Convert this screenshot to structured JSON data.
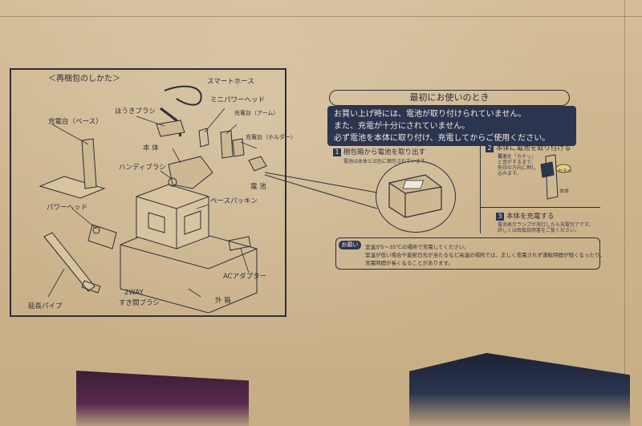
{
  "left_panel": {
    "title": "＜再梱包のしかた＞",
    "labels": {
      "smart_hose": "スマートホース",
      "broom_brush": "ほうきブラシ",
      "mini_power_head": "ミニパワーヘッド",
      "charger_base": "充電台（ベース）",
      "charger_arm": "充電台（アーム）",
      "charger_holder": "充電台（ホルダー）",
      "main_body": "本 体",
      "handy_brush": "ハンディブラシ",
      "battery": "電 池",
      "base_packing": "ベースパッキン",
      "power_head": "パワーヘッド",
      "ac_adapter": "ACアダプター",
      "extension_pipe": "延長パイプ",
      "two_way_crevice_1": "2WAY",
      "two_way_crevice_2": "すき間ブラシ",
      "outer_box": "外 箱"
    }
  },
  "right_panel": {
    "title": "最初にお使いのとき",
    "notice_lines": [
      "お買い上げ時には、電池が取り付けられていません。",
      "また、充電が十分にされていません。",
      "必ず電池を本体に取り付け、充電してからご使用ください。"
    ],
    "steps": [
      {
        "num": "1",
        "label": "梱包箱から電池を取り出す",
        "sub": "電池は本体とは別に梱包されています。"
      },
      {
        "num": "2",
        "label": "本体に電池を取り付ける",
        "sub": "電池を「カチッ」と音がするまで、矢印の方向に押し込みます。"
      },
      {
        "num": "3",
        "label": "本体を充電する",
        "sub": "電池表示ランプが消灯したら充電完了です。詳しくは取扱説明書をご覧ください。"
      }
    ],
    "step2_tags": {
      "battery": "電池",
      "click": "カチッ",
      "body": "本体"
    },
    "caution": {
      "tag": "お願い",
      "lines": [
        "室温が5～35℃の場所で充電してください。",
        "室温が低い場合や直射日光が当たるなど高温の場所では、正しく充電されず運転時間が短くなったり、",
        "充電時間が長くなることがあります。"
      ]
    }
  }
}
